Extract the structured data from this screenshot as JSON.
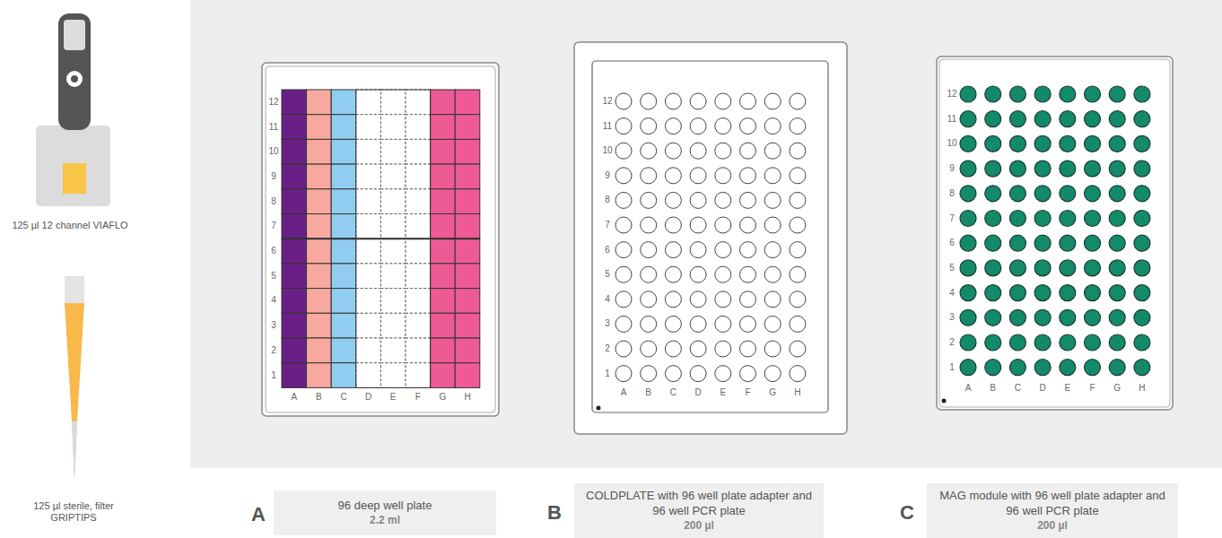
{
  "diagram": {
    "nodes": [
      {
        "text": [
          "96 deep well plate",
          "2.2 ml"
        ]
      },
      {
        "text": [
          "COLDPLATE with 96 well plate adapter and 96 well PCR plate",
          "200 µl"
        ]
      },
      {
        "text": [
          "MAG module with 96 well plate adapter and 96 well PCR plate",
          "200 µl"
        ]
      }
    ],
    "labels": [
      "125 µl 12 channel VIAFLO",
      "125 µl sterile, filter GRIPTIPS",
      "12",
      "11",
      "10",
      "9",
      "8",
      "7",
      "6",
      "5",
      "4",
      "3",
      "2",
      "1",
      "A",
      "B",
      "C",
      "D",
      "E",
      "F",
      "G",
      "H",
      "12",
      "11",
      "10",
      "9",
      "8",
      "7",
      "6",
      "5",
      "4",
      "3",
      "2",
      "1",
      "A",
      "B",
      "C",
      "D",
      "E",
      "F",
      "G",
      "H",
      "12",
      "11",
      "10",
      "9",
      "8",
      "7",
      "6",
      "5",
      "4",
      "3",
      "2",
      "1",
      "A",
      "B",
      "C",
      "D",
      "E",
      "F",
      "G",
      "H",
      "A",
      "B",
      "C"
    ]
  }
}
